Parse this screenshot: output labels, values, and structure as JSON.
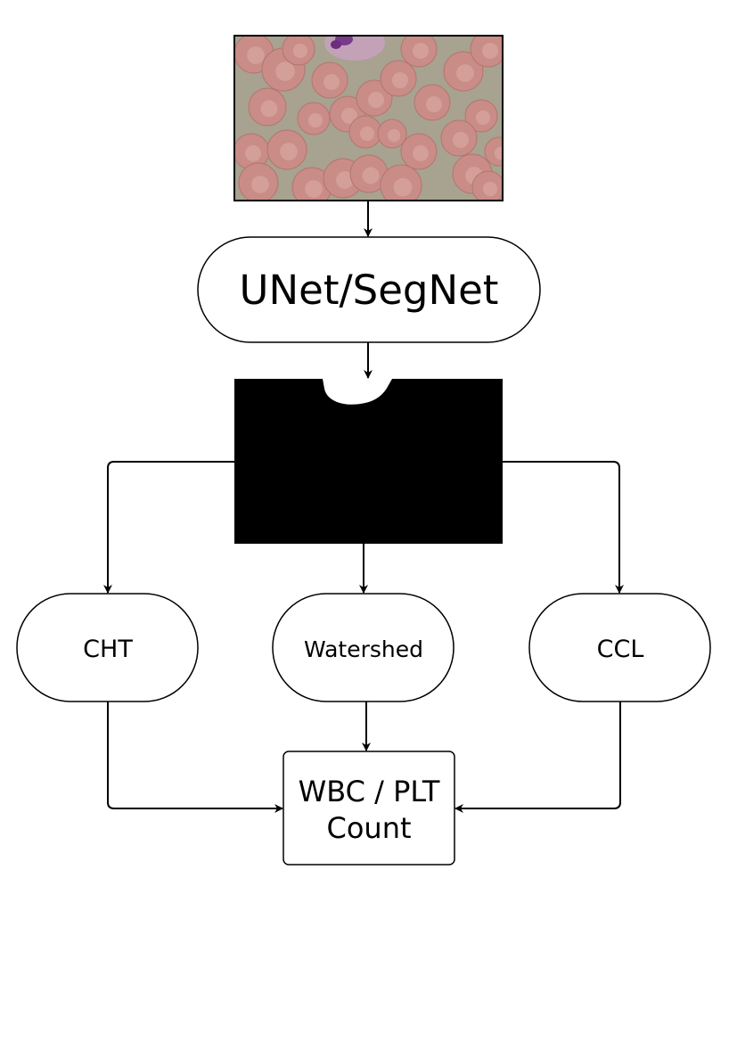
{
  "diagram": {
    "nodes": {
      "input_image": {
        "label": "",
        "kind": "microscopy-blood-smear-image"
      },
      "segmenter": {
        "label": "UNet/SegNet"
      },
      "mask_image": {
        "label": "",
        "kind": "binary-segmentation-mask"
      },
      "cht": {
        "label": "CHT"
      },
      "watershed": {
        "label": "Watershed"
      },
      "ccl": {
        "label": "CCL"
      },
      "count": {
        "label_line1": "WBC / PLT",
        "label_line2": "Count"
      }
    },
    "edges": [
      {
        "from": "input_image",
        "to": "segmenter"
      },
      {
        "from": "segmenter",
        "to": "mask_image"
      },
      {
        "from": "mask_image",
        "to": "cht"
      },
      {
        "from": "mask_image",
        "to": "watershed"
      },
      {
        "from": "mask_image",
        "to": "ccl"
      },
      {
        "from": "cht",
        "to": "count"
      },
      {
        "from": "watershed",
        "to": "count"
      },
      {
        "from": "ccl",
        "to": "count"
      }
    ],
    "colors": {
      "stroke": "#000000",
      "node_fill": "#ffffff",
      "smear_background": "#a8a290",
      "rbc": "#c98c86",
      "rbc_center": "#d9a7a0",
      "wbc_nucleus": "#7a3a8c",
      "mask_background": "#000000",
      "mask_foreground": "#ffffff"
    }
  }
}
